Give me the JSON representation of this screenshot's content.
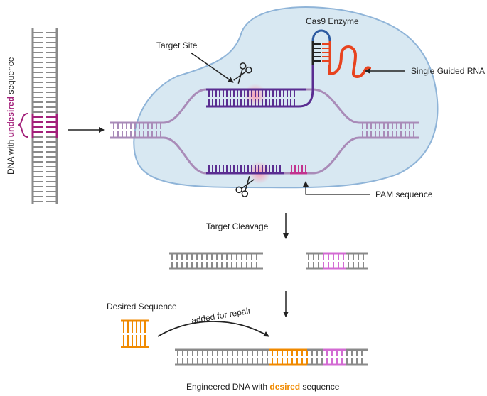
{
  "labels": {
    "target_site": "Target Site",
    "cas9": "Cas9 Enzyme",
    "sgrna": "Single Guided RNA",
    "pam": "PAM sequence",
    "cleavage": "Target Cleavage",
    "desired_seq": "Desired Sequence",
    "repair": "added for repair"
  },
  "left_caption": {
    "pre": "DNA with ",
    "emph": "undesired",
    "post": " sequence"
  },
  "bottom_caption": {
    "pre": "Engineered DNA with ",
    "emph": "desired",
    "post": " sequence"
  },
  "colors": {
    "dna_gray": "#8a8a8a",
    "dna_light_purple": "#a98bb8",
    "strand_purple": "#5a2d91",
    "undesired_magenta": "#a3207a",
    "pam_magenta": "#c2338f",
    "pink_segment": "#d36bd3",
    "rna_red": "#e8431f",
    "rna_blue": "#2d5aa0",
    "desired_orange": "#f08a00",
    "cas9_fill": "#d8e8f2",
    "cas9_stroke": "#8fb4d8"
  }
}
